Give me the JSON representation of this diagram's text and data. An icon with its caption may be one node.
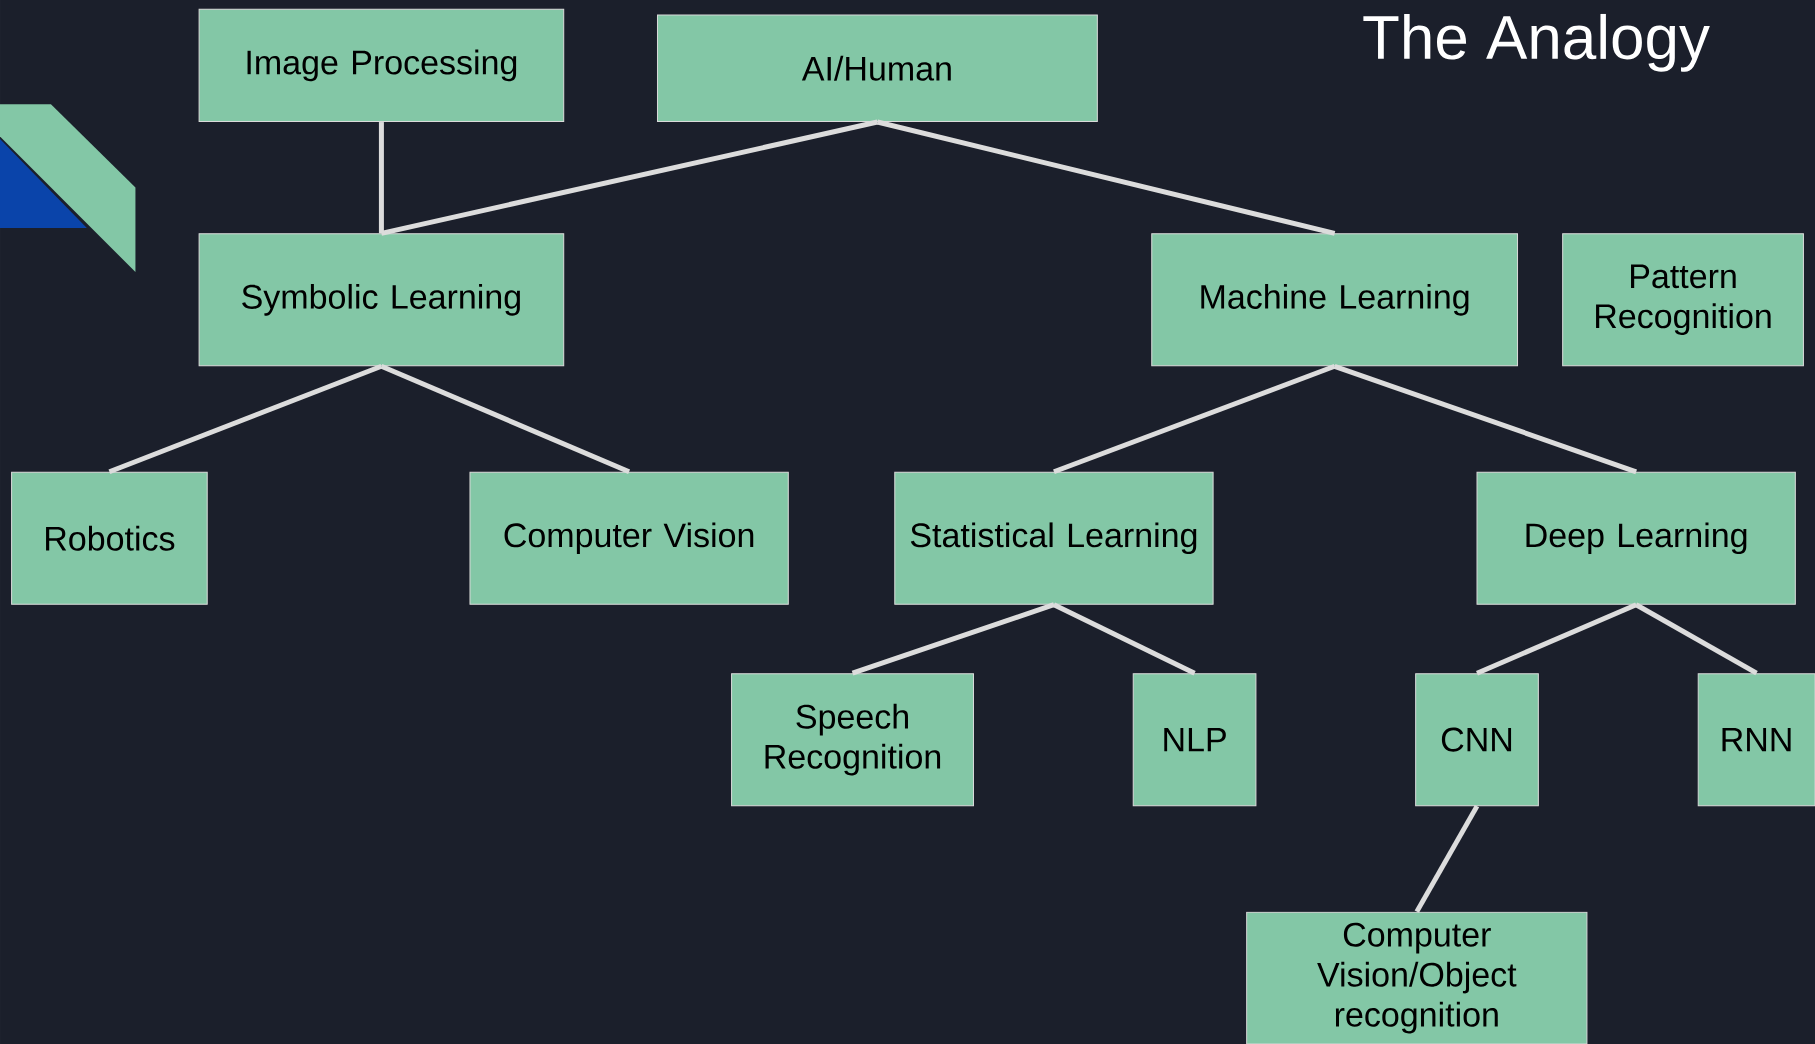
{
  "diagram": {
    "title": "The Analogy",
    "nodes": [
      {
        "text": [
          "Image Processing"
        ]
      },
      {
        "text": [
          "AI/Human"
        ]
      },
      {
        "text": [
          "Symbolic Learning"
        ]
      },
      {
        "text": [
          "Machine Learning"
        ]
      },
      {
        "text": [
          "Pattern Recognition"
        ]
      },
      {
        "text": [
          "Robotics"
        ]
      },
      {
        "text": [
          "Computer Vision"
        ]
      },
      {
        "text": [
          "Statistical Learning"
        ]
      },
      {
        "text": [
          "Deep Learning"
        ]
      },
      {
        "text": [
          "Speech Recognition"
        ]
      },
      {
        "text": [
          "NLP"
        ]
      },
      {
        "text": [
          "CNN"
        ]
      },
      {
        "text": [
          "RNN"
        ]
      },
      {
        "text": [
          "Computer Vision/Object recognition"
        ]
      }
    ],
    "edges": [
      {
        "from": 1,
        "to": 2,
        "arrow": "none"
      },
      {
        "from": 1,
        "to": 3,
        "arrow": "none"
      },
      {
        "from": 0,
        "to": 2,
        "arrow": "none"
      },
      {
        "from": 2,
        "to": 5,
        "arrow": "none"
      },
      {
        "from": 2,
        "to": 6,
        "arrow": "none"
      },
      {
        "from": 3,
        "to": 7,
        "arrow": "none"
      },
      {
        "from": 3,
        "to": 8,
        "arrow": "none"
      },
      {
        "from": 7,
        "to": 9,
        "arrow": "none"
      },
      {
        "from": 7,
        "to": 10,
        "arrow": "none"
      },
      {
        "from": 8,
        "to": 11,
        "arrow": "none"
      },
      {
        "from": 8,
        "to": 12,
        "arrow": "none"
      },
      {
        "from": 11,
        "to": 13,
        "arrow": "none"
      }
    ]
  }
}
